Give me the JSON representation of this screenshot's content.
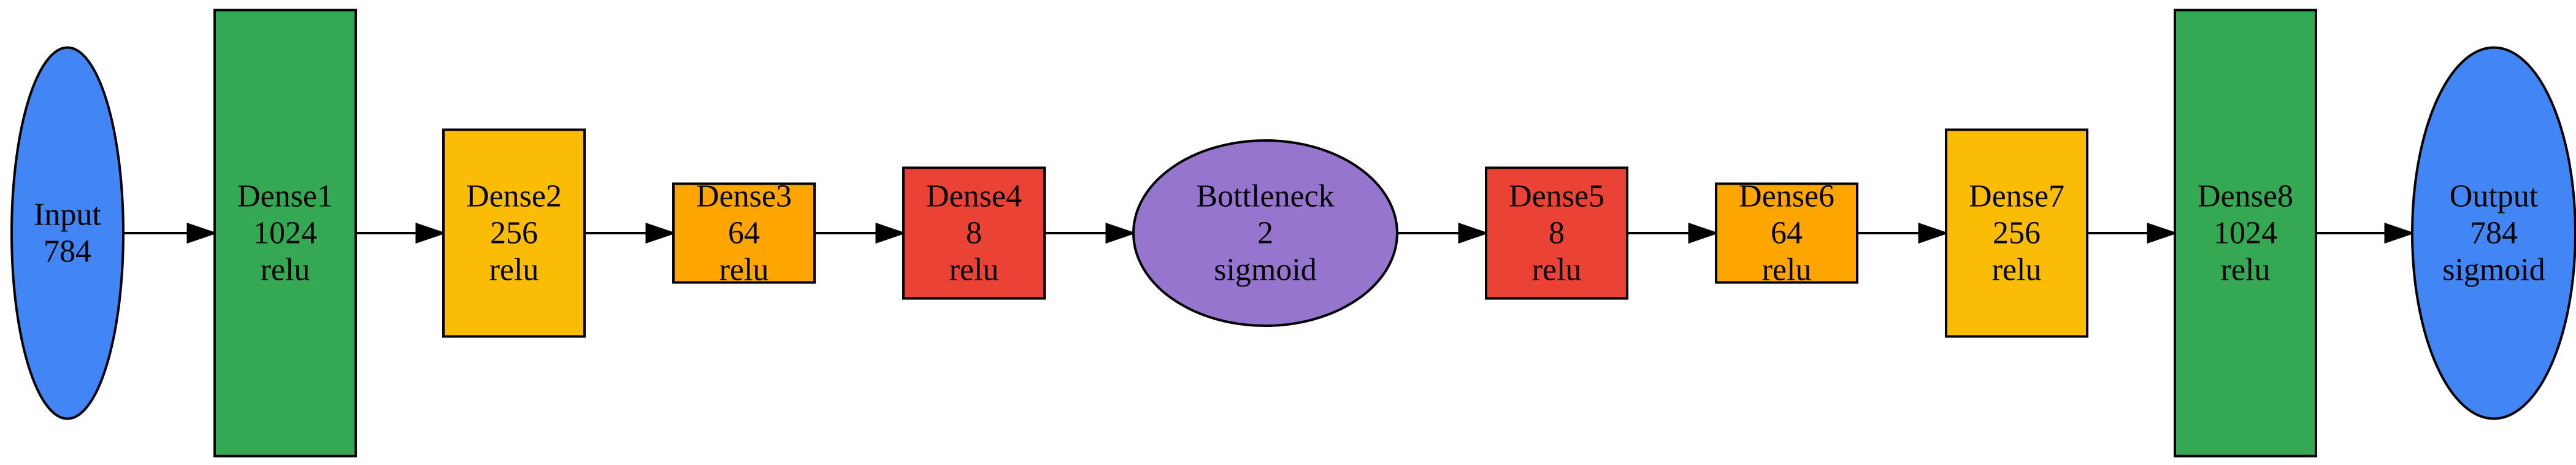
{
  "colors": {
    "blue": "#4285f4",
    "green": "#34a853",
    "yellow": "#fbbc05",
    "orange": "#ffa500",
    "red": "#ea4335",
    "purple": "#9575cd"
  },
  "nodes": [
    {
      "id": "input",
      "shape": "ellipse",
      "color": "blue",
      "lines": [
        "Input",
        "784"
      ]
    },
    {
      "id": "dense1",
      "shape": "rect",
      "color": "green",
      "lines": [
        "Dense1",
        "1024",
        "relu"
      ]
    },
    {
      "id": "dense2",
      "shape": "rect",
      "color": "yellow",
      "lines": [
        "Dense2",
        "256",
        "relu"
      ]
    },
    {
      "id": "dense3",
      "shape": "rect",
      "color": "orange",
      "lines": [
        "Dense3",
        "64",
        "relu"
      ]
    },
    {
      "id": "dense4",
      "shape": "rect",
      "color": "red",
      "lines": [
        "Dense4",
        "8",
        "relu"
      ]
    },
    {
      "id": "bottleneck",
      "shape": "ellipse",
      "color": "purple",
      "lines": [
        "Bottleneck",
        "2",
        "sigmoid"
      ]
    },
    {
      "id": "dense5",
      "shape": "rect",
      "color": "red",
      "lines": [
        "Dense5",
        "8",
        "relu"
      ]
    },
    {
      "id": "dense6",
      "shape": "rect",
      "color": "orange",
      "lines": [
        "Dense6",
        "64",
        "relu"
      ]
    },
    {
      "id": "dense7",
      "shape": "rect",
      "color": "yellow",
      "lines": [
        "Dense7",
        "256",
        "relu"
      ]
    },
    {
      "id": "dense8",
      "shape": "rect",
      "color": "green",
      "lines": [
        "Dense8",
        "1024",
        "relu"
      ]
    },
    {
      "id": "output",
      "shape": "ellipse",
      "color": "blue",
      "lines": [
        "Output",
        "784",
        "sigmoid"
      ]
    }
  ],
  "edges": [
    [
      "input",
      "dense1"
    ],
    [
      "dense1",
      "dense2"
    ],
    [
      "dense2",
      "dense3"
    ],
    [
      "dense3",
      "dense4"
    ],
    [
      "dense4",
      "bottleneck"
    ],
    [
      "bottleneck",
      "dense5"
    ],
    [
      "dense5",
      "dense6"
    ],
    [
      "dense6",
      "dense7"
    ],
    [
      "dense7",
      "dense8"
    ],
    [
      "dense8",
      "output"
    ]
  ]
}
